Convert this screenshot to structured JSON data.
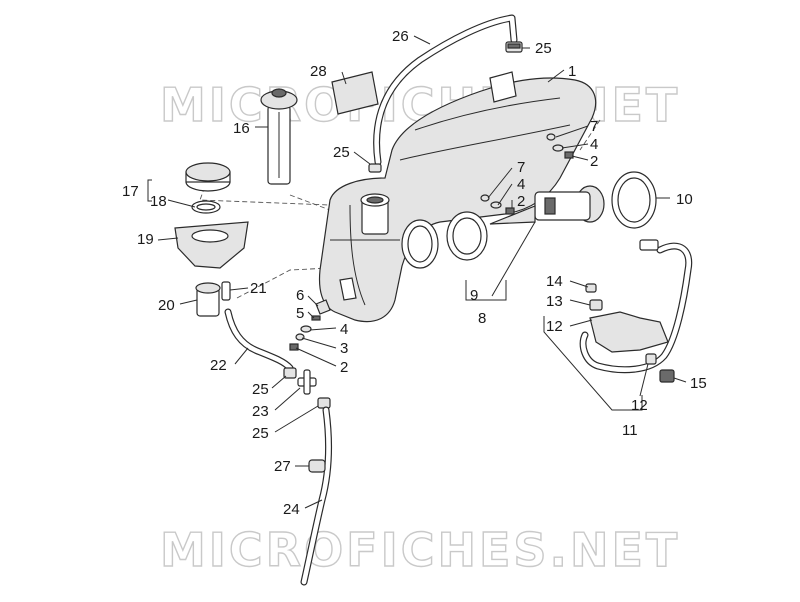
{
  "watermark": {
    "text": "MICROFICHES.NET"
  },
  "callouts": [
    {
      "id": "label-1",
      "text": "1"
    },
    {
      "id": "label-2-a",
      "text": "2"
    },
    {
      "id": "label-2-b",
      "text": "2"
    },
    {
      "id": "label-2-c",
      "text": "2"
    },
    {
      "id": "label-3",
      "text": "3"
    },
    {
      "id": "label-4-a",
      "text": "4"
    },
    {
      "id": "label-4-b",
      "text": "4"
    },
    {
      "id": "label-4-c",
      "text": "4"
    },
    {
      "id": "label-5",
      "text": "5"
    },
    {
      "id": "label-6",
      "text": "6"
    },
    {
      "id": "label-7-a",
      "text": "7"
    },
    {
      "id": "label-7-b",
      "text": "7"
    },
    {
      "id": "label-8",
      "text": "8"
    },
    {
      "id": "label-9",
      "text": "9"
    },
    {
      "id": "label-10",
      "text": "10"
    },
    {
      "id": "label-11",
      "text": "11"
    },
    {
      "id": "label-12-a",
      "text": "12"
    },
    {
      "id": "label-12-b",
      "text": "12"
    },
    {
      "id": "label-13",
      "text": "13"
    },
    {
      "id": "label-14",
      "text": "14"
    },
    {
      "id": "label-15",
      "text": "15"
    },
    {
      "id": "label-16",
      "text": "16"
    },
    {
      "id": "label-17",
      "text": "17"
    },
    {
      "id": "label-18",
      "text": "18"
    },
    {
      "id": "label-19",
      "text": "19"
    },
    {
      "id": "label-20",
      "text": "20"
    },
    {
      "id": "label-21",
      "text": "21"
    },
    {
      "id": "label-22",
      "text": "22"
    },
    {
      "id": "label-23",
      "text": "23"
    },
    {
      "id": "label-24",
      "text": "24"
    },
    {
      "id": "label-25-a",
      "text": "25"
    },
    {
      "id": "label-25-b",
      "text": "25"
    },
    {
      "id": "label-25-c",
      "text": "25"
    },
    {
      "id": "label-25-d",
      "text": "25"
    },
    {
      "id": "label-26",
      "text": "26"
    },
    {
      "id": "label-27",
      "text": "27"
    },
    {
      "id": "label-28",
      "text": "28"
    }
  ]
}
